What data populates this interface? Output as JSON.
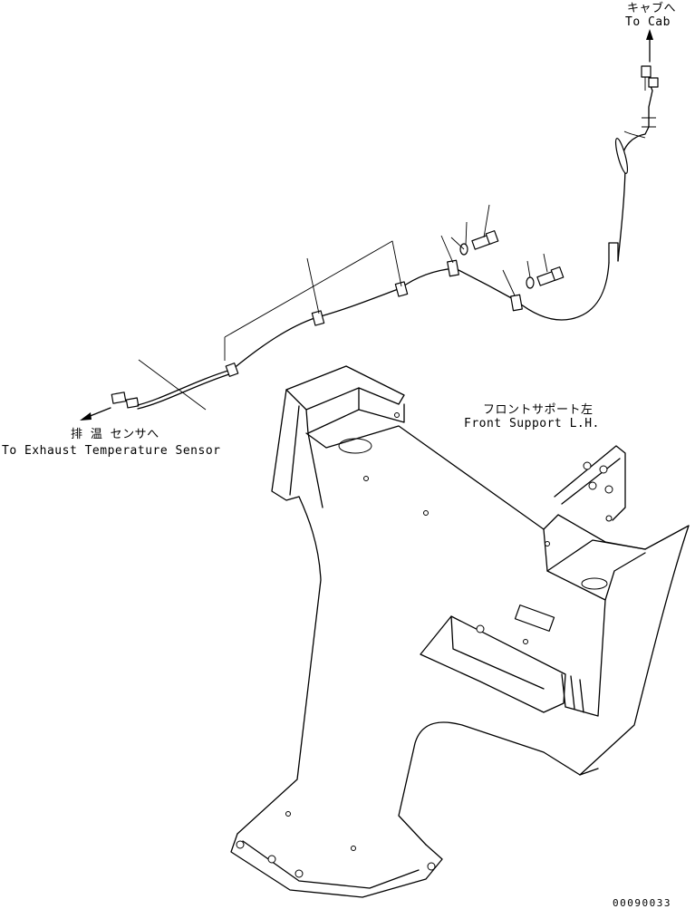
{
  "labels": {
    "to_cab_jp": "キャブへ",
    "to_cab_en": "To Cab",
    "front_support_jp": "フロントサポート左",
    "front_support_en": "Front Support L.H.",
    "exhaust_sensor_jp": "排 温 センサへ",
    "exhaust_sensor_en": "To Exhaust Temperature Sensor",
    "drawing_number": "00090033"
  },
  "colors": {
    "line": "#000000",
    "background": "#ffffff"
  },
  "icons": {
    "to_cab": "arrow-up-icon",
    "to_sensor": "arrow-left-icon"
  }
}
